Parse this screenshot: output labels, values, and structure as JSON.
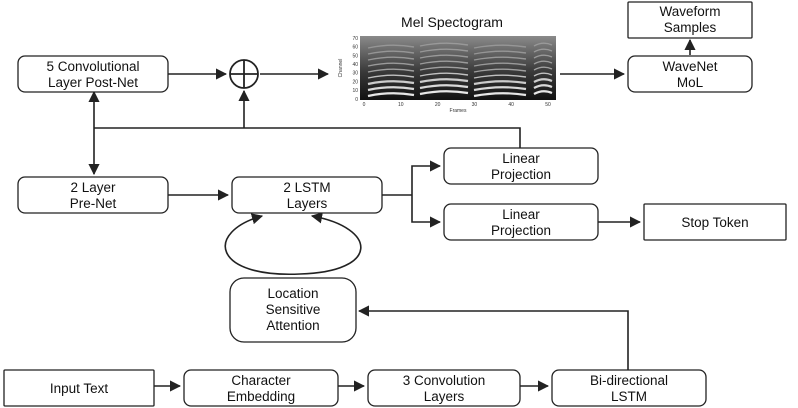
{
  "diagram": {
    "spectrogram_title": "Mel Spectogram",
    "spectrogram_xlabel": "Frames",
    "spectrogram_ylabel": "Channel",
    "spectrogram_xticks": [
      "0",
      "10",
      "20",
      "30",
      "40",
      "50"
    ],
    "spectrogram_yticks": [
      "70",
      "60",
      "50",
      "40",
      "30",
      "20",
      "10",
      "0"
    ],
    "nodes": {
      "waveform_samples": [
        "Waveform",
        "Samples"
      ],
      "postnet": [
        "5 Convolutional",
        "Layer Post-Net"
      ],
      "wavenet": [
        "WaveNet",
        "MoL"
      ],
      "prenet": [
        "2 Layer",
        "Pre-Net"
      ],
      "lstm": [
        "2 LSTM",
        "Layers"
      ],
      "linear_proj_top": [
        "Linear",
        "Projection"
      ],
      "linear_proj_bottom": [
        "Linear",
        "Projection"
      ],
      "stop_token": [
        "Stop Token"
      ],
      "attention": [
        "Location",
        "Sensitive",
        "Attention"
      ],
      "input_text": [
        "Input Text"
      ],
      "char_embedding": [
        "Character",
        "Embedding"
      ],
      "conv_layers": [
        "3 Convolution",
        "Layers"
      ],
      "bilstm": [
        "Bi-directional",
        "LSTM"
      ]
    }
  }
}
